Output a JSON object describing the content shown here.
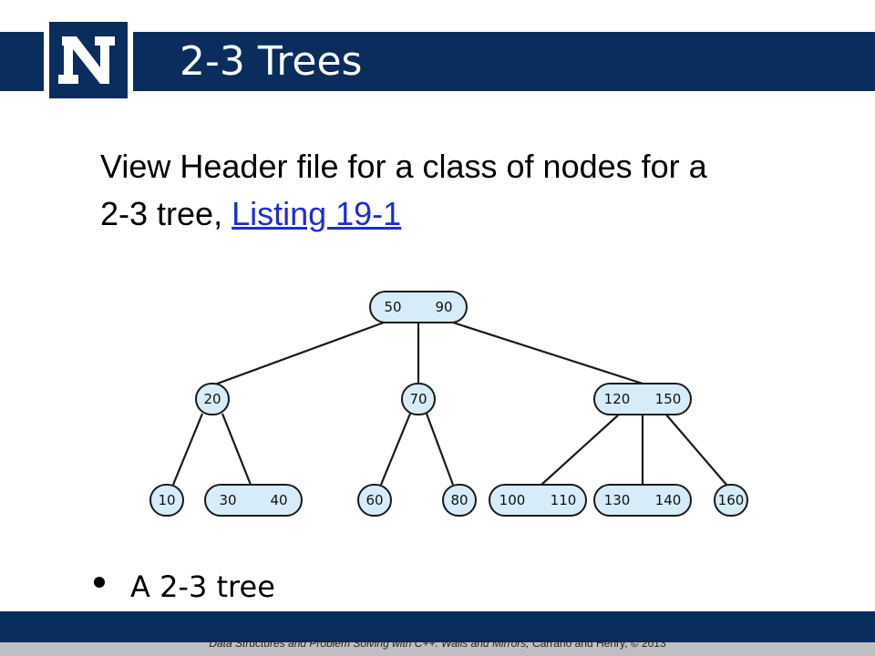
{
  "slide": {
    "title": "2-3 Trees",
    "body_line1": "View Header file for a class of nodes for a",
    "body_line2_prefix": "2-3 tree, ",
    "link_text": "Listing 19-1",
    "bullet": "A 2-3 tree",
    "footer_italic": "Data Structures and Problem Solving with C++: Walls and Mirrors,",
    "footer_plain": " Carrano and Henry, © 2013"
  },
  "tree": {
    "nodes": [
      {
        "id": "root",
        "keys": [
          "50",
          "90"
        ]
      },
      {
        "id": "n20",
        "keys": [
          "20"
        ]
      },
      {
        "id": "n70",
        "keys": [
          "70"
        ]
      },
      {
        "id": "n120",
        "keys": [
          "120",
          "150"
        ]
      },
      {
        "id": "n10",
        "keys": [
          "10"
        ]
      },
      {
        "id": "n30",
        "keys": [
          "30",
          "40"
        ]
      },
      {
        "id": "n60",
        "keys": [
          "60"
        ]
      },
      {
        "id": "n80",
        "keys": [
          "80"
        ]
      },
      {
        "id": "n100",
        "keys": [
          "100",
          "110"
        ]
      },
      {
        "id": "n130",
        "keys": [
          "130",
          "140"
        ]
      },
      {
        "id": "n160",
        "keys": [
          "160"
        ]
      }
    ],
    "edges": [
      [
        "root",
        "n20"
      ],
      [
        "root",
        "n70"
      ],
      [
        "root",
        "n120"
      ],
      [
        "n20",
        "n10"
      ],
      [
        "n20",
        "n30"
      ],
      [
        "n70",
        "n60"
      ],
      [
        "n70",
        "n80"
      ],
      [
        "n120",
        "n100"
      ],
      [
        "n120",
        "n130"
      ],
      [
        "n120",
        "n160"
      ]
    ]
  },
  "colors": {
    "banner": "#0b2d5d",
    "node_fill": "#d6ecf8",
    "link": "#1f2bd6"
  }
}
